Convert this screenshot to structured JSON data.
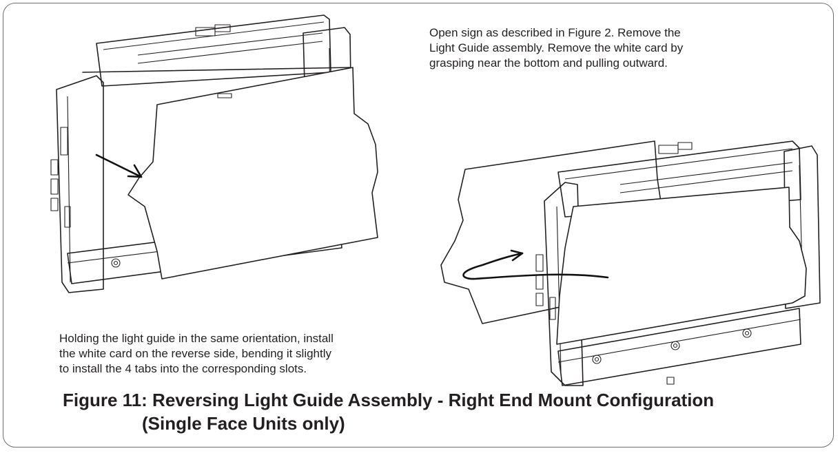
{
  "instructions": {
    "remove": [
      "Open sign as described in Figure 2. Remove the",
      "Light Guide assembly. Remove the white card by",
      "grasping near the bottom and pulling outward."
    ],
    "install": [
      "Holding the light guide in the same orientation, install",
      "the white card on the reverse side, bending it slightly",
      "to install the 4 tabs into the corresponding slots."
    ]
  },
  "figure": {
    "caption_line1": "Figure 11: Reversing Light Guide Assembly - Right End Mount Configuration",
    "caption_line2": "(Single Face Units only)"
  },
  "colors": {
    "ink": "#231f20",
    "frame": "#6d6e71"
  }
}
